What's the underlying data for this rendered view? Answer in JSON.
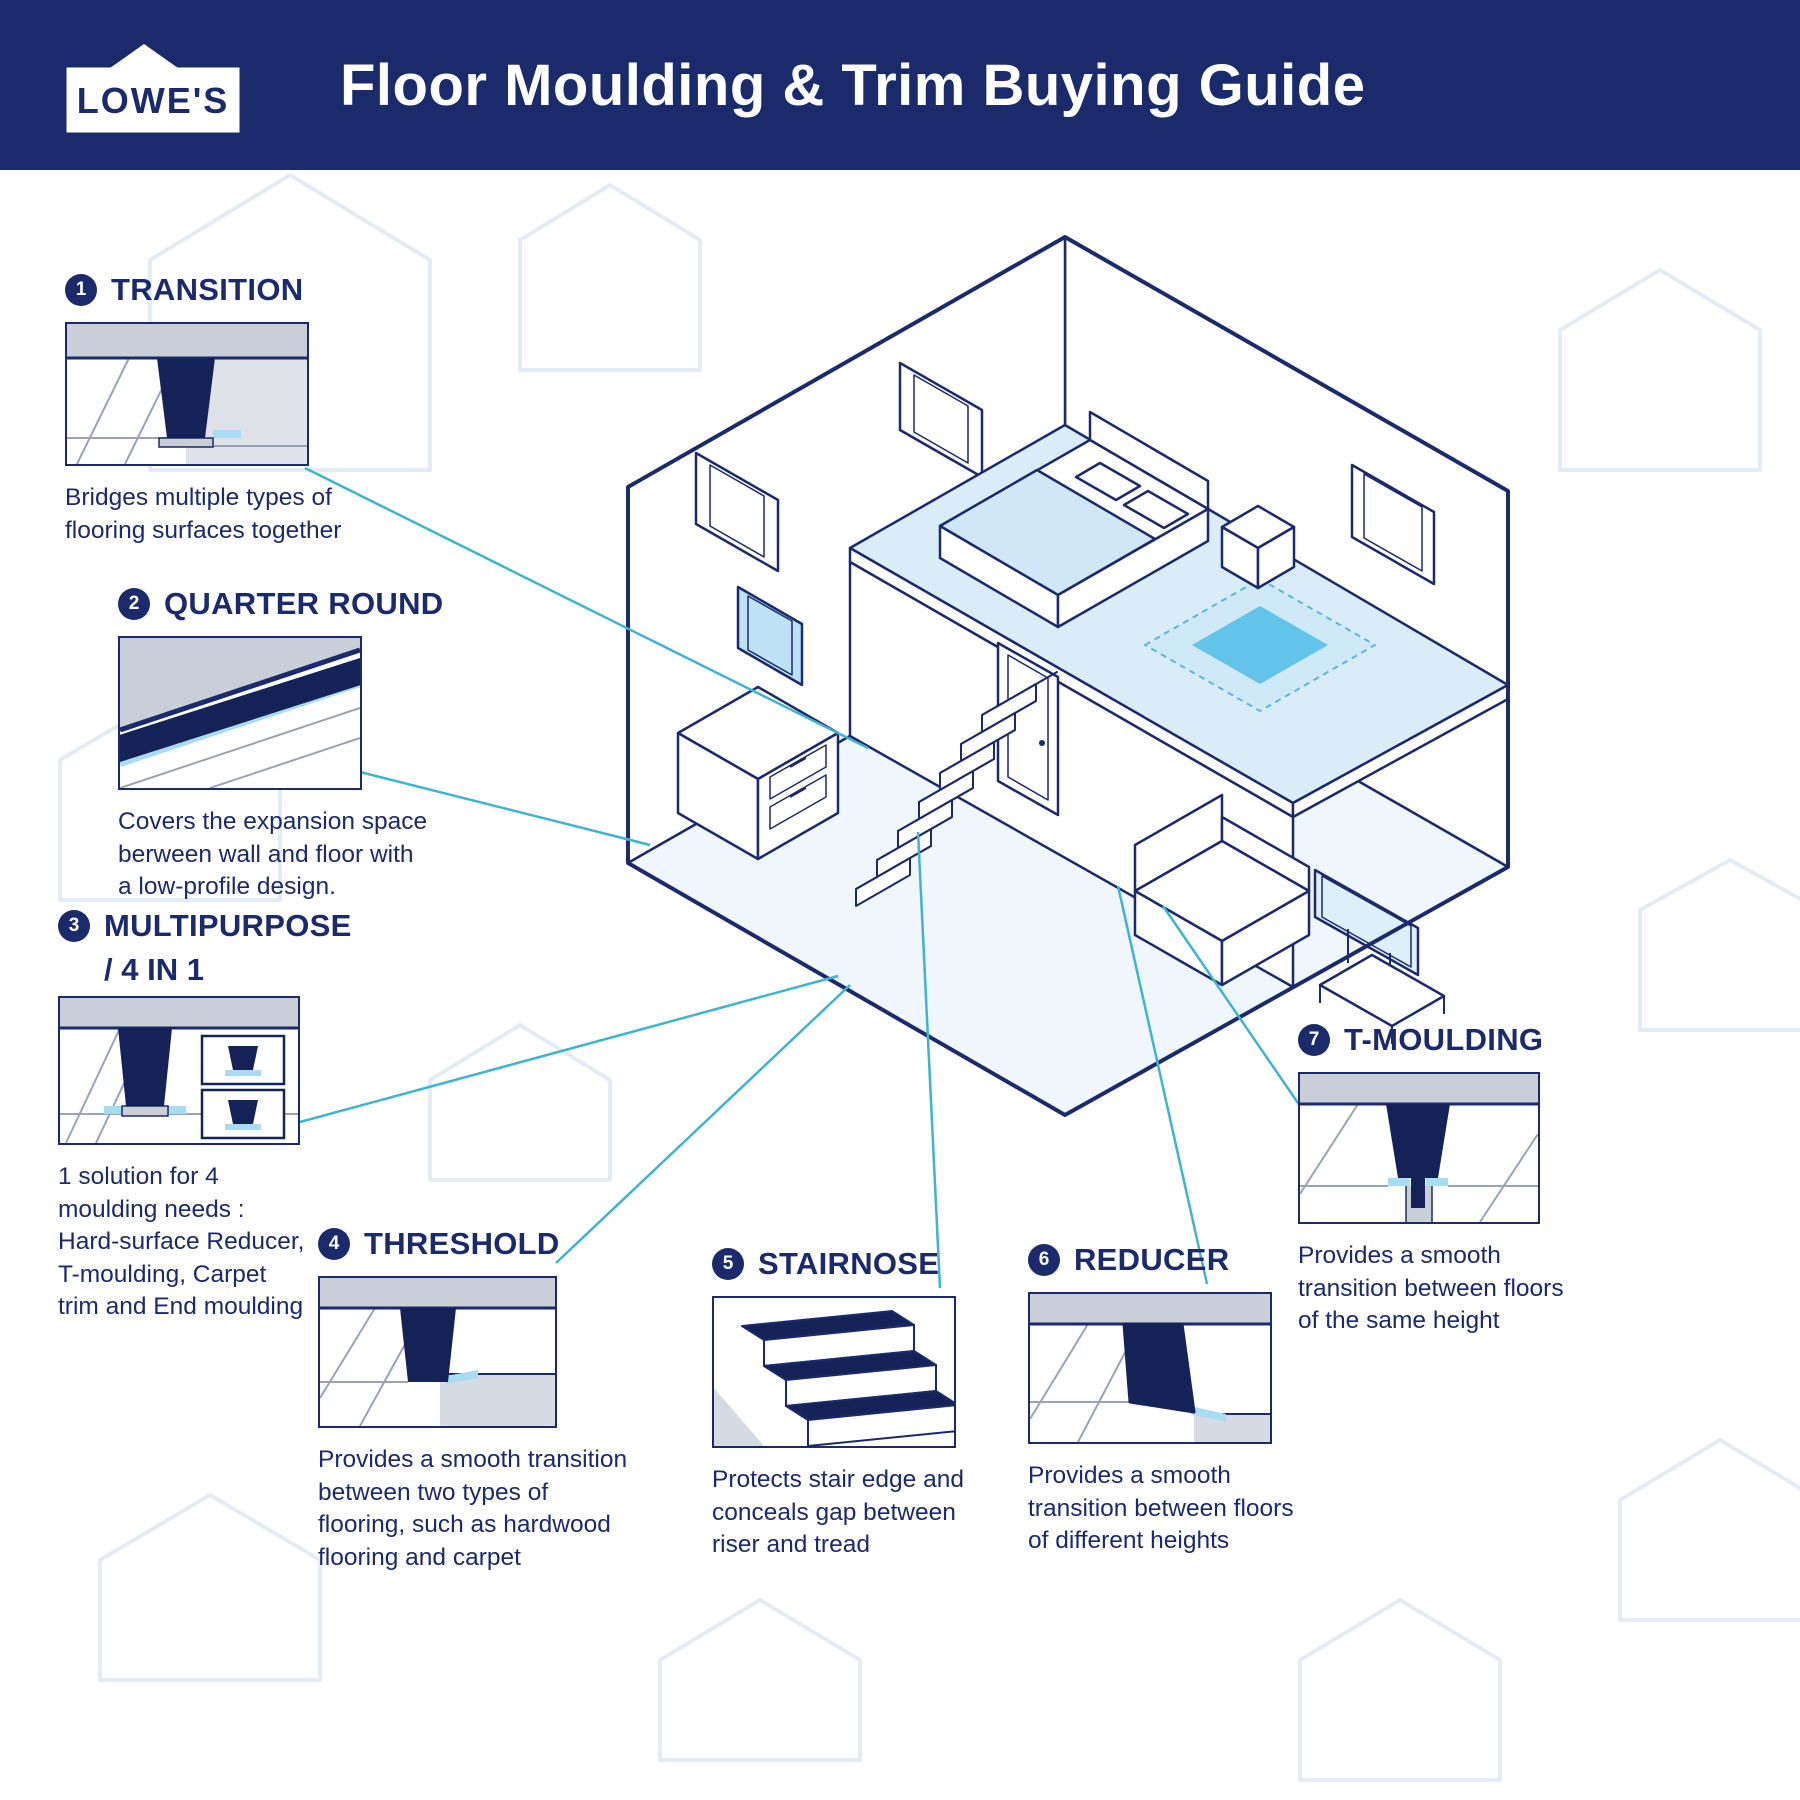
{
  "header": {
    "logo": "LOWE'S",
    "title": "Floor Moulding & Trim Buying Guide"
  },
  "callouts": [
    {
      "number": "1",
      "title": "TRANSITION",
      "description": "Bridges multiple types of flooring surfaces together"
    },
    {
      "number": "2",
      "title": "QUARTER ROUND",
      "description": "Covers the expansion space berween wall and floor with a low-profile design."
    },
    {
      "number": "3",
      "title": "MULTIPURPOSE",
      "title2": "/ 4 IN 1",
      "description": "1 solution for 4 moulding needs : Hard-surface Reducer, T-moulding, Carpet trim and End moulding"
    },
    {
      "number": "4",
      "title": "THRESHOLD",
      "description": "Provides a smooth transition between two types of flooring, such as hardwood flooring and carpet"
    },
    {
      "number": "5",
      "title": "STAIRNOSE",
      "description": "Protects stair edge and conceals gap between riser and tread"
    },
    {
      "number": "6",
      "title": "REDUCER",
      "description": "Provides a smooth transition between floors of different heights"
    },
    {
      "number": "7",
      "title": "T-MOULDING",
      "description": "Provides a smooth transition between floors of the same height"
    }
  ],
  "colors": {
    "navy": "#1B2A6B",
    "moulding_navy": "#152258",
    "connector_teal": "#3FB3CF",
    "floor_light_blue": "#D9ECF8",
    "accent_blue": "#A8DCF2",
    "wall_gray": "#C9CED8"
  }
}
